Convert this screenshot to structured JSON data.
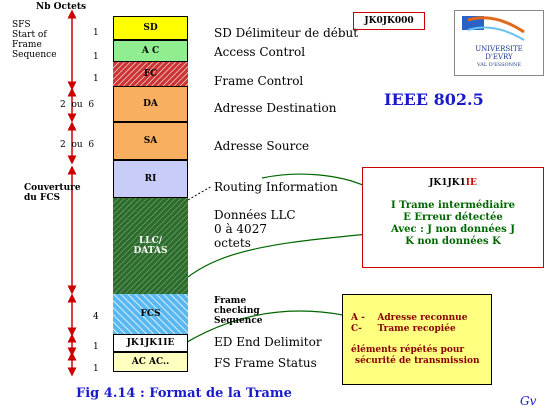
{
  "frame": {
    "octets_header": "Nb Octets",
    "sfs_label": [
      "SFS",
      "Start of",
      "Frame",
      "Sequence"
    ],
    "coverage_label": [
      "Couverture",
      "du FCS"
    ],
    "fields": [
      {
        "label": "SD",
        "octets": "1",
        "desc": "SD Délimiteur de  début",
        "color": "#ffff00"
      },
      {
        "label": "A C",
        "octets": "1",
        "desc": "Access Control",
        "color": "#90ee90"
      },
      {
        "label": "FC",
        "octets": "1",
        "desc": "Frame Control",
        "color": "#e05050"
      },
      {
        "label": "DA",
        "octets": "2  ou  6",
        "desc": "Adresse Destination",
        "color": "#f8b060"
      },
      {
        "label": "SA",
        "octets": "2  ou  6",
        "desc": "Adresse Source",
        "color": "#f8b060"
      },
      {
        "label": "RI",
        "octets": "",
        "desc": "Routing Information",
        "color": "#c8ccf8"
      },
      {
        "label": "LLC/ DATAS",
        "octets": "",
        "desc": "Données LLC",
        "color": "#3a7a3a"
      },
      {
        "label": "FCS",
        "octets": "4",
        "desc": "Frame checking Sequence",
        "color": "#60c0f0"
      },
      {
        "label": "JK1JK1IE",
        "octets": "1",
        "desc": "ED End Delimitor",
        "color": "#ffffff"
      },
      {
        "label": "AC AC..",
        "octets": "1",
        "desc": "FS Frame Status",
        "color": "#ffffc0"
      }
    ],
    "llc_size": [
      "0 à 4027",
      "octets"
    ],
    "fcs_desc_lines": [
      "Frame",
      "checking",
      "Sequence"
    ]
  },
  "sd_pattern": "JK0JK000",
  "standard": "IEEE 802.5",
  "logo": {
    "lines": [
      "UNIVERSITE",
      "D'EVRY",
      "VAL D'ESSONNE"
    ]
  },
  "ed_box": {
    "title_prefix": "JK1JK1",
    "title_suffix": "IE",
    "lines": [
      "I Trame intermédiaire",
      "E Erreur détectée",
      "Avec : J non données J",
      "K non données K"
    ]
  },
  "fs_box": {
    "lines": [
      "A -    Adresse reconnue",
      "C-     Trame recopiée"
    ],
    "note": [
      "éléments répétés pour",
      "sécurité de transmission"
    ]
  },
  "caption": "Fig 4.14  : Format de la Trame",
  "signature": "Gv"
}
